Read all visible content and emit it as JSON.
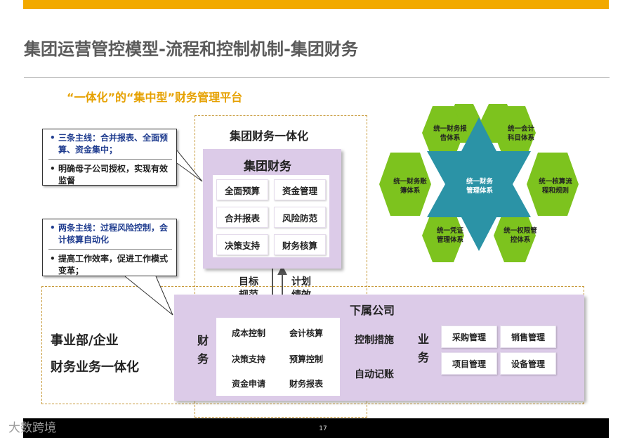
{
  "header": {
    "title": "集团运营管控模型-流程和控制机制-集团财务",
    "subtitle": "“一体化”的“集中型”财务管理平台"
  },
  "callouts": {
    "first": {
      "line1": "三条主线：合并报表、全面预算、资金集中；",
      "line2": "明确母子公司授权，实现有效监督"
    },
    "second": {
      "line1": "两条主线：过程风险控制，会计核算自动化",
      "line2": "提高工作效率，促进工作模式变革；"
    }
  },
  "group_finance": {
    "frame_title": "集团财务一体化",
    "box_title": "集团财务",
    "items": [
      "全面预算",
      "资金管理",
      "合并报表",
      "风险防范",
      "决策支持",
      "财务核算"
    ]
  },
  "arrows": {
    "down_label": "目标\n规范",
    "up_label": "计划\n绩效",
    "right_label": "控制措施",
    "left_label": "自动记账"
  },
  "subsidiary": {
    "title": "下属公司",
    "finance_label": "财务",
    "finance_items": [
      "成本控制",
      "会计核算",
      "决策支持",
      "预算控制",
      "资金申请",
      "财务报表"
    ],
    "business_label": "业务",
    "business_items": [
      "采购管理",
      "销售管理",
      "项目管理",
      "设备管理"
    ]
  },
  "left_text": {
    "line1": "事业部/企业",
    "line2": "财务业务一体化"
  },
  "hexagon": {
    "center": "统一财务\n管理体系",
    "top_left": "统一财务报\n告体系",
    "top_right": "统一会计\n科目体系",
    "left": "统一财务账\n簿体系",
    "right": "统一核算流\n程和规则",
    "bottom_left": "统一凭证\n管理体系",
    "bottom_right": "统一权限管\n控体系",
    "colors": {
      "hex": "#7dc31e",
      "star": "#2b93a6"
    }
  },
  "footer": {
    "page": "17",
    "watermark": "大数跨境"
  }
}
